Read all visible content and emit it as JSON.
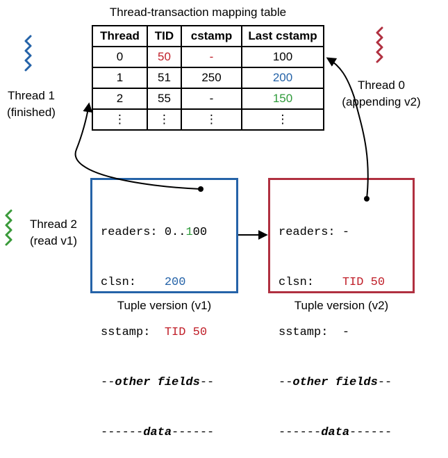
{
  "table": {
    "title": "Thread-transaction mapping table",
    "headers": [
      "Thread",
      "TID",
      "cstamp",
      "Last cstamp"
    ],
    "rows": [
      [
        "0",
        "50",
        "-",
        "100"
      ],
      [
        "1",
        "51",
        "250",
        "200"
      ],
      [
        "2",
        "55",
        "-",
        "150"
      ],
      [
        "⋮",
        "⋮",
        "⋮",
        "⋮"
      ]
    ]
  },
  "threads": {
    "t1": {
      "line1": "Thread 1",
      "line2": "(finished)",
      "color": "#2563a8"
    },
    "t0": {
      "line1": "Thread 0",
      "line2": "(appending v2)",
      "color": "#b03040"
    },
    "t2": {
      "line1": "Thread 2",
      "line2": "(read v1)",
      "color": "#3a9a3a"
    }
  },
  "tuple_v1": {
    "readers_key": "readers: ",
    "readers_val_a": "0..",
    "readers_val_b": "1",
    "readers_val_c": "00",
    "clsn_key": "clsn:    ",
    "clsn_val": "200",
    "sstamp_key": "sstamp:  ",
    "sstamp_val": "TID 50",
    "other_pre": "--",
    "other_mid": "other fields",
    "other_post": "--",
    "data_pre": "------",
    "data_mid": "data",
    "data_post": "------",
    "caption": "Tuple version (v1)"
  },
  "tuple_v2": {
    "readers_key": "readers: ",
    "readers_val": "-",
    "clsn_key": "clsn:    ",
    "clsn_val": "TID 50",
    "sstamp_key": "sstamp:  ",
    "sstamp_val": "-",
    "other_pre": "--",
    "other_mid": "other fields",
    "other_post": "--",
    "data_pre": "------",
    "data_mid": "data",
    "data_post": "------",
    "caption": "Tuple version (v2)"
  },
  "colors": {
    "red": "#c0202a",
    "blue": "#2563a8",
    "green": "#2e9a3a"
  }
}
